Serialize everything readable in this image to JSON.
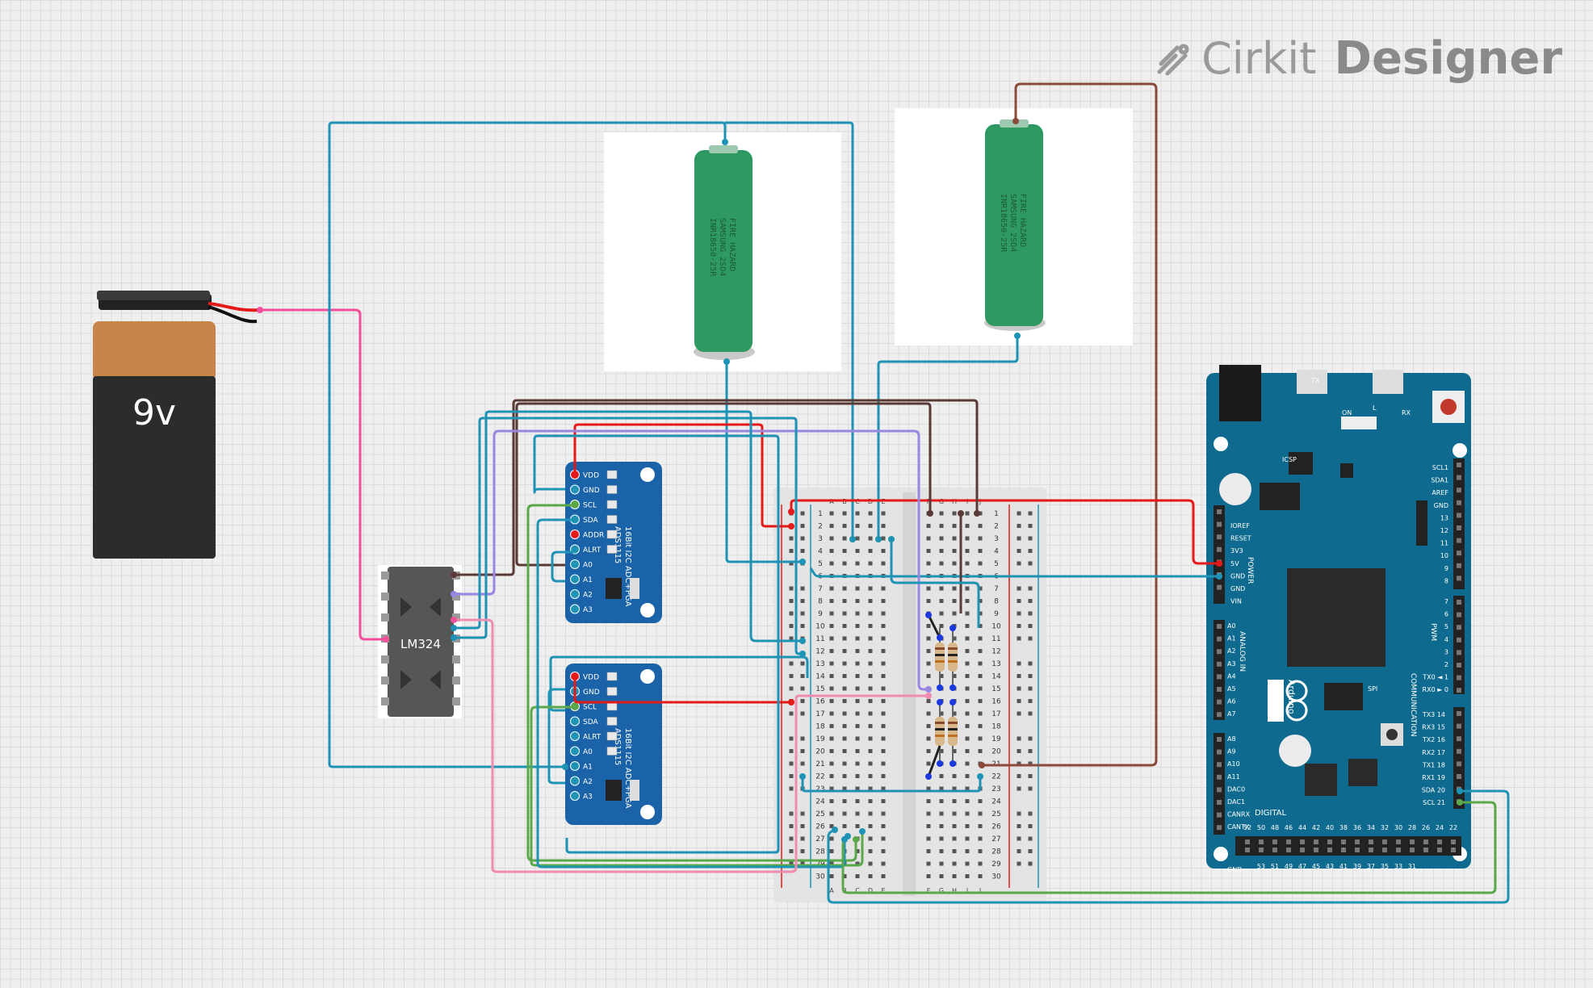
{
  "app": {
    "brand": "Cirkit",
    "product": "Designer"
  },
  "battery9v": {
    "label": "9v"
  },
  "opamp": {
    "label": "LM324"
  },
  "cells": [
    {
      "print_lines": [
        "INR18650-25R",
        "SAMSUNG 2SD4",
        "FIRE HAZARD"
      ]
    },
    {
      "print_lines": [
        "INR18650-25R",
        "SAMSUNG 2SD4",
        "FIRE HAZARD"
      ]
    }
  ],
  "adc_modules": [
    {
      "title": "16Bit I2C ADC+PGA",
      "part": "ADS1115",
      "pins": [
        "VDD",
        "GND",
        "SCL",
        "SDA",
        "ADDR",
        "ALRT",
        "A0",
        "A1",
        "A2",
        "A3"
      ]
    },
    {
      "title": "16Bit I2C ADC+PGA",
      "part": "ADS1115",
      "pins": [
        "VDD",
        "GND",
        "SCL",
        "SDA",
        "ALRT",
        "A0",
        "A1",
        "A2",
        "A3"
      ]
    }
  ],
  "breadboard": {
    "rows": [
      "1",
      "2",
      "3",
      "4",
      "5",
      "6",
      "7",
      "8",
      "9",
      "10",
      "11",
      "12",
      "13",
      "14",
      "15",
      "16",
      "17",
      "18",
      "19",
      "20",
      "21",
      "22",
      "23",
      "24",
      "25",
      "26",
      "27",
      "28",
      "29",
      "30"
    ],
    "cols_left": [
      "A",
      "B",
      "C",
      "D",
      "E"
    ],
    "cols_right": [
      "F",
      "G",
      "H",
      "I",
      "J"
    ]
  },
  "arduino": {
    "brand": "Arduino",
    "power_header": [
      "IOREF",
      "RESET",
      "3V3",
      "5V",
      "GND",
      "GND",
      "VIN"
    ],
    "power_title": "POWER",
    "analog_title": "ANALOG IN",
    "analog_pins": [
      "A0",
      "A1",
      "A2",
      "A3",
      "A4",
      "A5",
      "A6",
      "A7",
      "A8",
      "A9",
      "A10",
      "A11",
      "DAC0",
      "DAC1",
      "CANRX",
      "CANTX"
    ],
    "top_right_pins": [
      "SCL1",
      "SDA1",
      "AREF",
      "GND",
      "13",
      "12",
      "11",
      "10",
      "9",
      "8"
    ],
    "pwm_pins": [
      "7",
      "6",
      "5",
      "4",
      "3",
      "2",
      "TX0 ◄ 1",
      "RX0 ► 0"
    ],
    "pwm_title": "PWM",
    "comm_title": "COMMUNICATION",
    "comm_pins": [
      "TX3 14",
      "RX3 15",
      "TX2 16",
      "RX2 17",
      "TX1 18",
      "RX1 19",
      "SDA 20",
      "SCL 21"
    ],
    "digital_title": "DIGITAL",
    "digital_top": [
      "52",
      "50",
      "48",
      "46",
      "44",
      "42",
      "40",
      "38",
      "36",
      "34",
      "32",
      "30",
      "28",
      "26",
      "24",
      "22"
    ],
    "digital_bottom": [
      "53",
      "51",
      "49",
      "47",
      "45",
      "43",
      "41",
      "39",
      "37",
      "35",
      "33",
      "31"
    ],
    "misc": [
      "TX",
      "RX",
      "ON",
      "L",
      "SPI",
      "ICSP",
      "GND"
    ]
  },
  "colors": {
    "wire_teal": "#1e93b5",
    "wire_brown": "#8a4a3a",
    "wire_darkbrown": "#5a3a35",
    "wire_red": "#e41a1a",
    "wire_pink": "#f0509a",
    "wire_lightpink": "#f08cb0",
    "wire_purple": "#9a86e0",
    "wire_green": "#5aa84a",
    "wire_black": "#222222",
    "board_blue": "#0e6a8e",
    "adc_blue": "#1b63a8",
    "cell_green": "#2e9a62"
  }
}
